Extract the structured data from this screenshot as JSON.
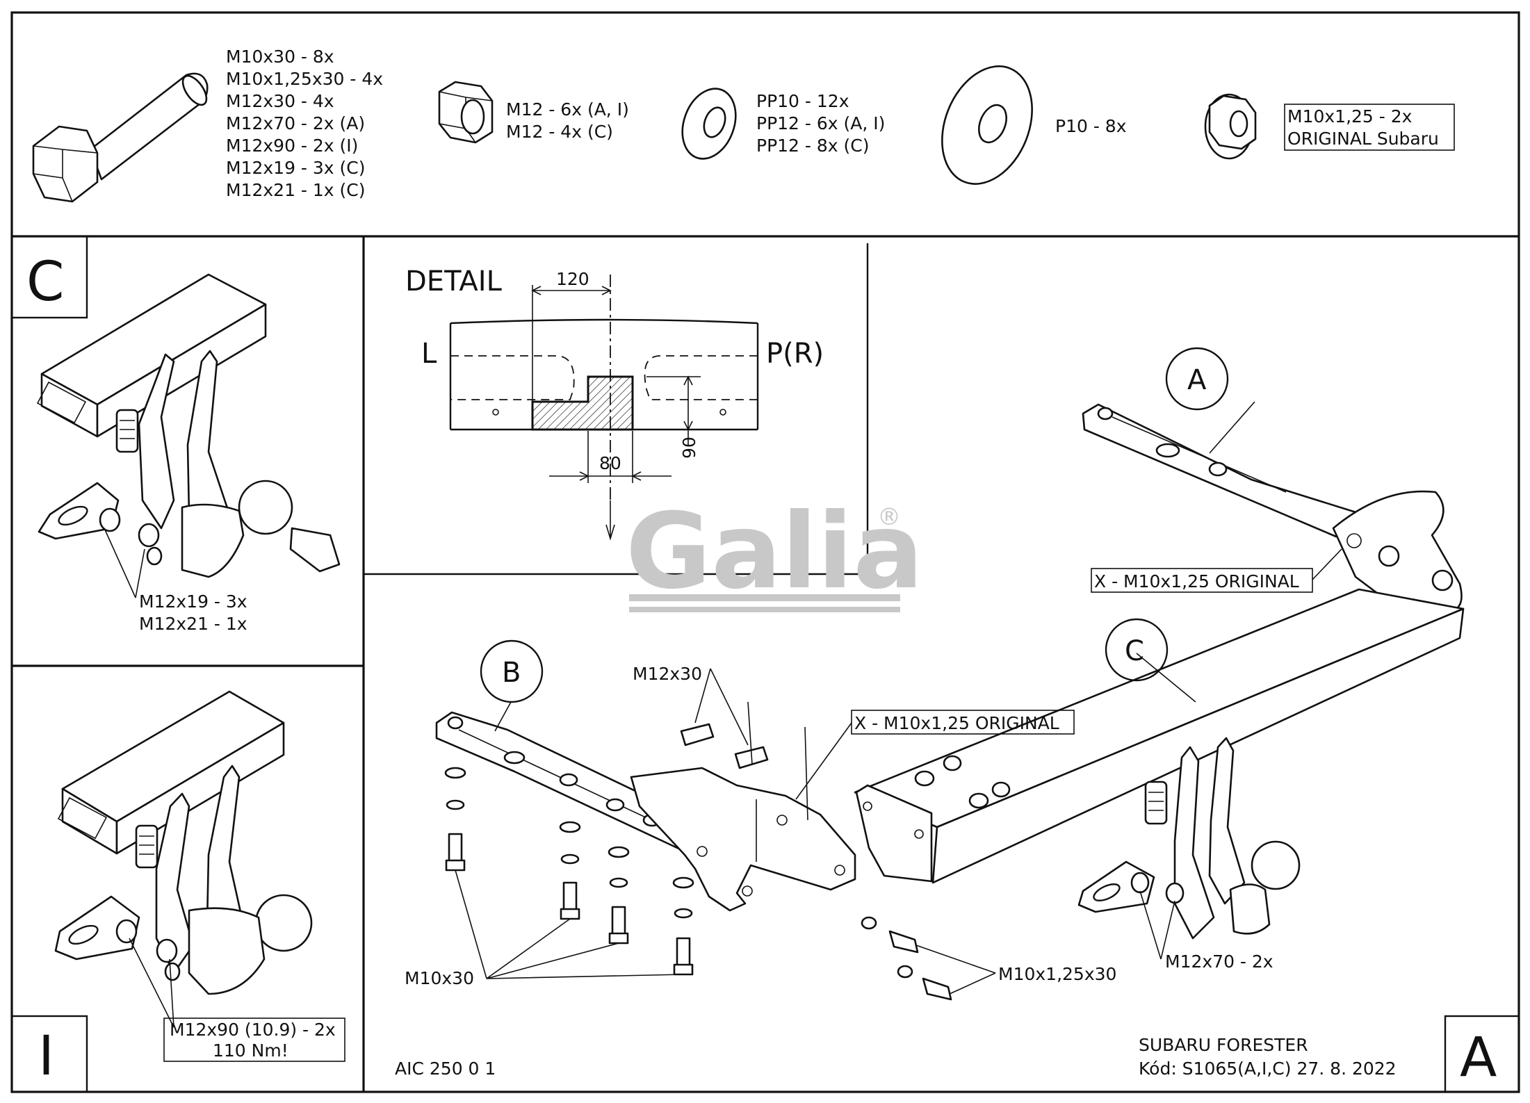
{
  "hardware": {
    "bolts": [
      "M10x30 - 8x",
      "M10x1,25x30 - 4x",
      "M12x30 - 4x",
      "M12x70 - 2x (A)",
      "M12x90 - 2x (I)",
      "M12x19 - 3x (C)",
      "M12x21 - 1x (C)"
    ],
    "nuts": [
      "M12 - 6x (A, I)",
      "M12 - 4x (C)"
    ],
    "spring_washers": [
      "PP10 - 12x",
      "PP12 - 6x (A, I)",
      "PP12 - 8x (C)"
    ],
    "flat_washer": "P10 - 8x",
    "original_nut": [
      "M10x1,25 - 2x",
      "ORIGINAL Subaru"
    ]
  },
  "panel_c": {
    "letter": "C",
    "callout": [
      "M12x19 - 3x",
      "M12x21 - 1x"
    ]
  },
  "panel_i": {
    "letter": "I",
    "callout": [
      "M12x90 (10.9) - 2x",
      "110 Nm!"
    ]
  },
  "detail": {
    "title": "DETAIL",
    "dim_120": "120",
    "dim_80": "80",
    "dim_90": "90",
    "left_label": "L",
    "right_label": "P(R)"
  },
  "main": {
    "circle_a": "A",
    "circle_b": "B",
    "circle_c": "C",
    "callout_x_top": "X - M10x1,25 ORIGINAL",
    "callout_x_mid": "X - M10x1,25 ORIGINAL",
    "label_m12x30": "M12x30",
    "label_m10x30": "M10x30",
    "label_m10x125x30": "M10x1,25x30",
    "label_m12x70": "M12x70 - 2x",
    "watermark": "Galia",
    "watermark_mark": "®"
  },
  "footer": {
    "code": "AIC 250 0 1",
    "vehicle": "SUBARU FORESTER",
    "kod": "Kód: S1065(A,I,C)  27. 8. 2022",
    "type_letter": "A"
  }
}
